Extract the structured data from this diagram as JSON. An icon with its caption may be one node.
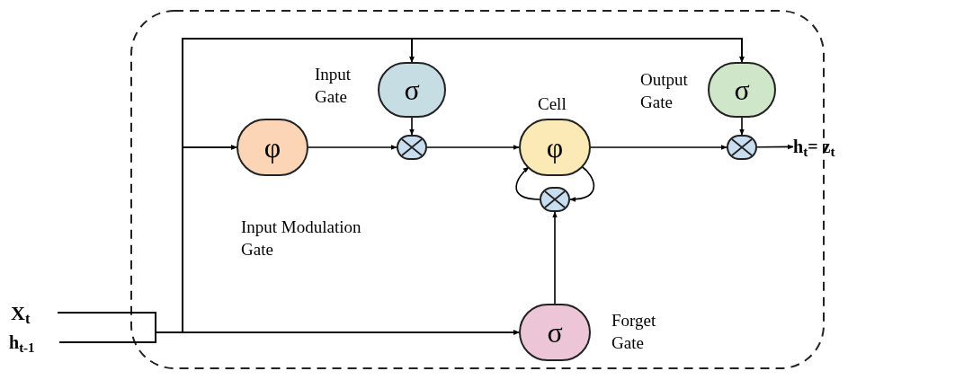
{
  "diagram": {
    "nodes": [
      {
        "text": [
          "σ"
        ],
        "beside": [
          "Input Gate"
        ]
      },
      {
        "text": [
          "σ"
        ],
        "beside": [
          "Output Gate"
        ]
      },
      {
        "text": [
          "φ"
        ],
        "beside": [
          "Input Modulation Gate"
        ]
      },
      {
        "text": [],
        "shape": "circle"
      },
      {
        "text": [
          "φ"
        ],
        "beside": [
          "Cell"
        ]
      },
      {
        "text": [],
        "shape": "circle"
      },
      {
        "text": [],
        "shape": "circle"
      },
      {
        "text": [
          "σ"
        ],
        "beside": [
          "Forget Gate"
        ]
      },
      {
        "text": [
          "X$_{t}$"
        ]
      },
      {
        "text": [
          "h$_{t-1}$"
        ]
      },
      {
        "text": [
          "h$_{t}$= z$_{t}$"
        ]
      }
    ],
    "edges": [
      {
        "from": 8,
        "to": 0,
        "arrow": "to"
      },
      {
        "from": 9,
        "to": 0,
        "arrow": "to"
      },
      {
        "from": 8,
        "to": 1,
        "arrow": "to"
      },
      {
        "from": 9,
        "to": 1,
        "arrow": "to"
      },
      {
        "from": 8,
        "to": 2,
        "arrow": "to"
      },
      {
        "from": 9,
        "to": 2,
        "arrow": "to"
      },
      {
        "from": 8,
        "to": 7,
        "arrow": "to"
      },
      {
        "from": 9,
        "to": 7,
        "arrow": "to"
      },
      {
        "from": 2,
        "to": 3,
        "arrow": "to"
      },
      {
        "from": 0,
        "to": 3,
        "arrow": "to"
      },
      {
        "from": 3,
        "to": 4,
        "arrow": "to"
      },
      {
        "from": 4,
        "to": 5,
        "arrow": "to"
      },
      {
        "from": 1,
        "to": 5,
        "arrow": "to"
      },
      {
        "from": 5,
        "to": 10,
        "arrow": "to"
      },
      {
        "from": 7,
        "to": 6,
        "arrow": "to"
      },
      {
        "from": 6,
        "to": 4,
        "arrow": "to"
      },
      {
        "from": 4,
        "to": 6,
        "arrow": "to"
      }
    ]
  }
}
